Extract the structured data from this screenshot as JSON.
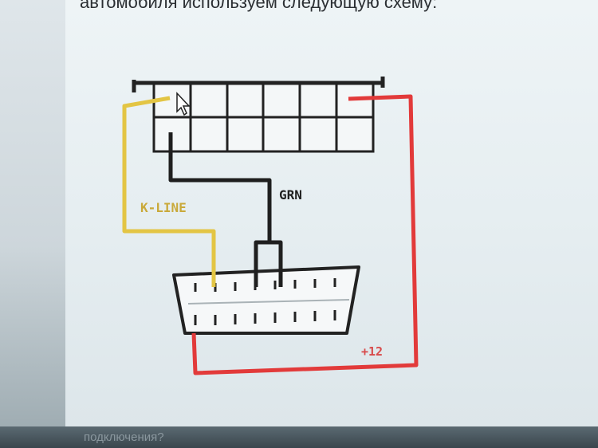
{
  "page": {
    "heading_text": "автомобиля используем следующую схему:",
    "footer_text": "подключения?"
  },
  "diagram": {
    "labels": {
      "k_line": "K-LINE",
      "grn": "GRN",
      "plus12": "+12"
    },
    "wire_colors": {
      "k_line": "#e3c544",
      "grn": "#1f1f1f",
      "power": "#e23a3a"
    }
  }
}
